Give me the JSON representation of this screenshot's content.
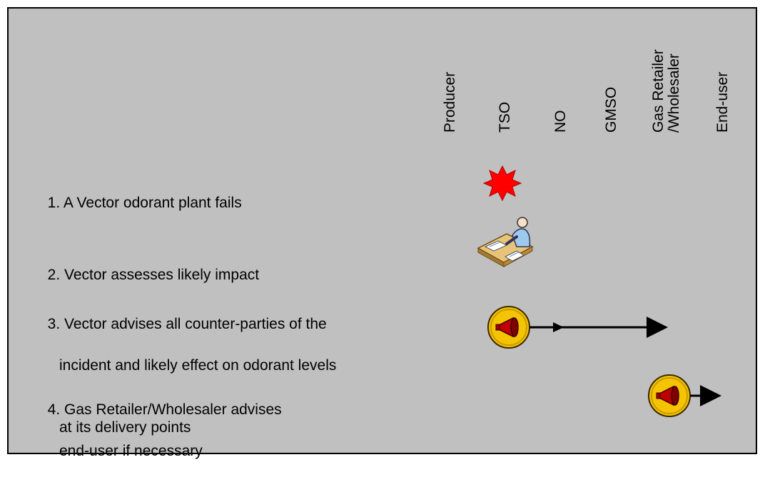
{
  "columns": [
    {
      "key": "producer",
      "label": "Producer"
    },
    {
      "key": "tso",
      "label": "TSO"
    },
    {
      "key": "no",
      "label": "NO"
    },
    {
      "key": "gmso",
      "label": "GMSO"
    },
    {
      "key": "retailer",
      "label": "Gas Retailer\n/Wholesaler"
    },
    {
      "key": "enduser",
      "label": "End-user"
    }
  ],
  "steps": [
    {
      "line1": "1. A Vector odorant plant fails",
      "lines_rest": []
    },
    {
      "line1": "2. Vector assesses likely impact",
      "lines_rest": []
    },
    {
      "line1": "3. Vector advises all counter-parties of the",
      "lines_rest": [
        "incident and likely effect on odorant levels",
        "at its delivery points"
      ]
    },
    {
      "line1": "4. Gas Retailer/Wholesaler advises",
      "lines_rest": [
        "end-user if necessary"
      ]
    }
  ],
  "icons": {
    "step1": "explosion-star-icon",
    "step2": "person-at-desk-icon",
    "step3": "megaphone-icon",
    "step4": "megaphone-icon"
  },
  "colors": {
    "background": "#c0c0c0",
    "star": "#ff0000",
    "megaphone_badge": "#f5c400",
    "megaphone": "#c00000"
  }
}
